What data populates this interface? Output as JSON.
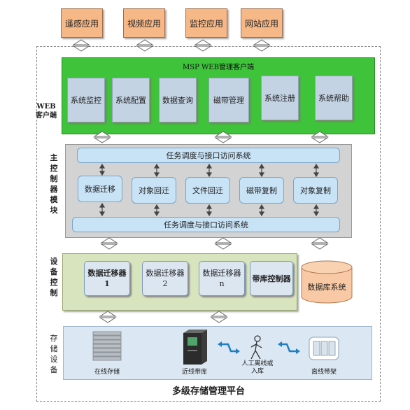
{
  "top_apps": [
    "遥感应用",
    "视频应用",
    "监控应用",
    "网站应用"
  ],
  "web_client": {
    "side_label": "WEB客户端",
    "title": "MSP WEB管理客户端",
    "modules": [
      "系统监控",
      "系统配置",
      "数据查询",
      "磁带管理",
      "系统注册",
      "系统帮助"
    ]
  },
  "main_control": {
    "side_label": "主控制器模块",
    "top_bar": "任务调度与接口访问系统",
    "functions": [
      "数据迁移",
      "对象回迁",
      "文件回迁",
      "磁带复制",
      "对象复制"
    ],
    "bottom_bar": "任务调度与接口访问系统"
  },
  "device_control": {
    "side_label": "设备控制",
    "migrators": [
      {
        "name": "数据迁移器",
        "num": "1"
      },
      {
        "name": "数据迁移器",
        "num": "2"
      },
      {
        "name": "数据迁移器",
        "num": "n"
      }
    ],
    "library_controller": "带库控制器",
    "database": "数据库系统"
  },
  "storage": {
    "side_label": "存储设备",
    "online": "在线存储",
    "nearline": "近线带库",
    "manual": "人工离线或入库",
    "offline": "离线带架"
  },
  "platform_title": "多级存储管理平台",
  "colors": {
    "app_fill": "#f6b887",
    "client_green": "#3ec33b",
    "module_blue": "#c3d3e4",
    "bar_blue": "#c8e2f6",
    "olive": "#d7e4bd",
    "db_fill": "#f8c9a4"
  }
}
